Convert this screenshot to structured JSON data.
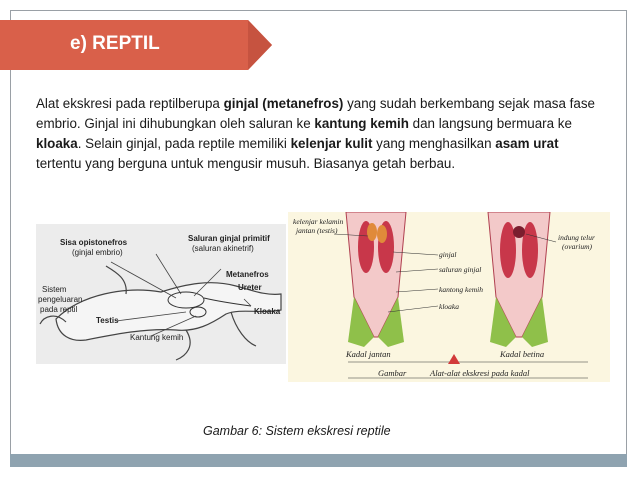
{
  "slide": {
    "title": "e) REPTIL",
    "paragraph": {
      "t1": "Alat ekskresi pada reptilberupa ",
      "b1": "ginjal (metanefros)",
      "t2": " yang sudah berkembang sejak masa fase embrio. Ginjal ini dihubungkan oleh saluran ke ",
      "b2": "kantung kemih",
      "t3": " dan langsung bermuara ke ",
      "b3": "kloaka",
      "t4": ". Selain ginjal, pada reptile memiliki ",
      "b4": "kelenjar kulit",
      "t5": " yang menghasilkan ",
      "b5": "asam urat",
      "t6": " tertentu yang berguna untuk mengusir musuh. Biasanya getah berbau."
    },
    "caption": "Gambar 6: Sistem ekskresi reptile"
  },
  "figure_left": {
    "labels": {
      "sisa_opistonefros": "Sisa opistonefros",
      "ginjal_embrio": "(ginjal embrio)",
      "saluran_ginjal_primitif": "Saluran ginjal primitif",
      "saluran_akinetrif": "(saluran akinetrif)",
      "metanefros": "Metanefros",
      "ureter": "Ureter",
      "kloaka": "Kloaka",
      "sistem_1": "Sistem",
      "sistem_2": "pengeluaran",
      "sistem_3": "pada reptil",
      "testis": "Testis",
      "kantung_kemih": "Kantung kemih"
    }
  },
  "figure_right": {
    "labels": {
      "kelenjar_kelamin": "kelenjar kelamin",
      "jantan_testis": "jantan (testis)",
      "ginjal": "ginjal",
      "saluran_ginjal": "saluran ginjal",
      "kantong_kemih": "kantong kemih",
      "kloaka": "kloaka",
      "indung_telur": "indung telur",
      "ovarium": "(ovarium)",
      "kadal_jantan": "Kadal jantan",
      "kadal_betina": "Kadal betina",
      "gambar": "Gambar",
      "alat_alat": "Alat-alat ekskresi pada kadal"
    }
  },
  "colors": {
    "banner": "#d9604a",
    "footer": "#8fa3b0",
    "organ_red": "#c8374a",
    "organ_green": "#8fc04a"
  }
}
